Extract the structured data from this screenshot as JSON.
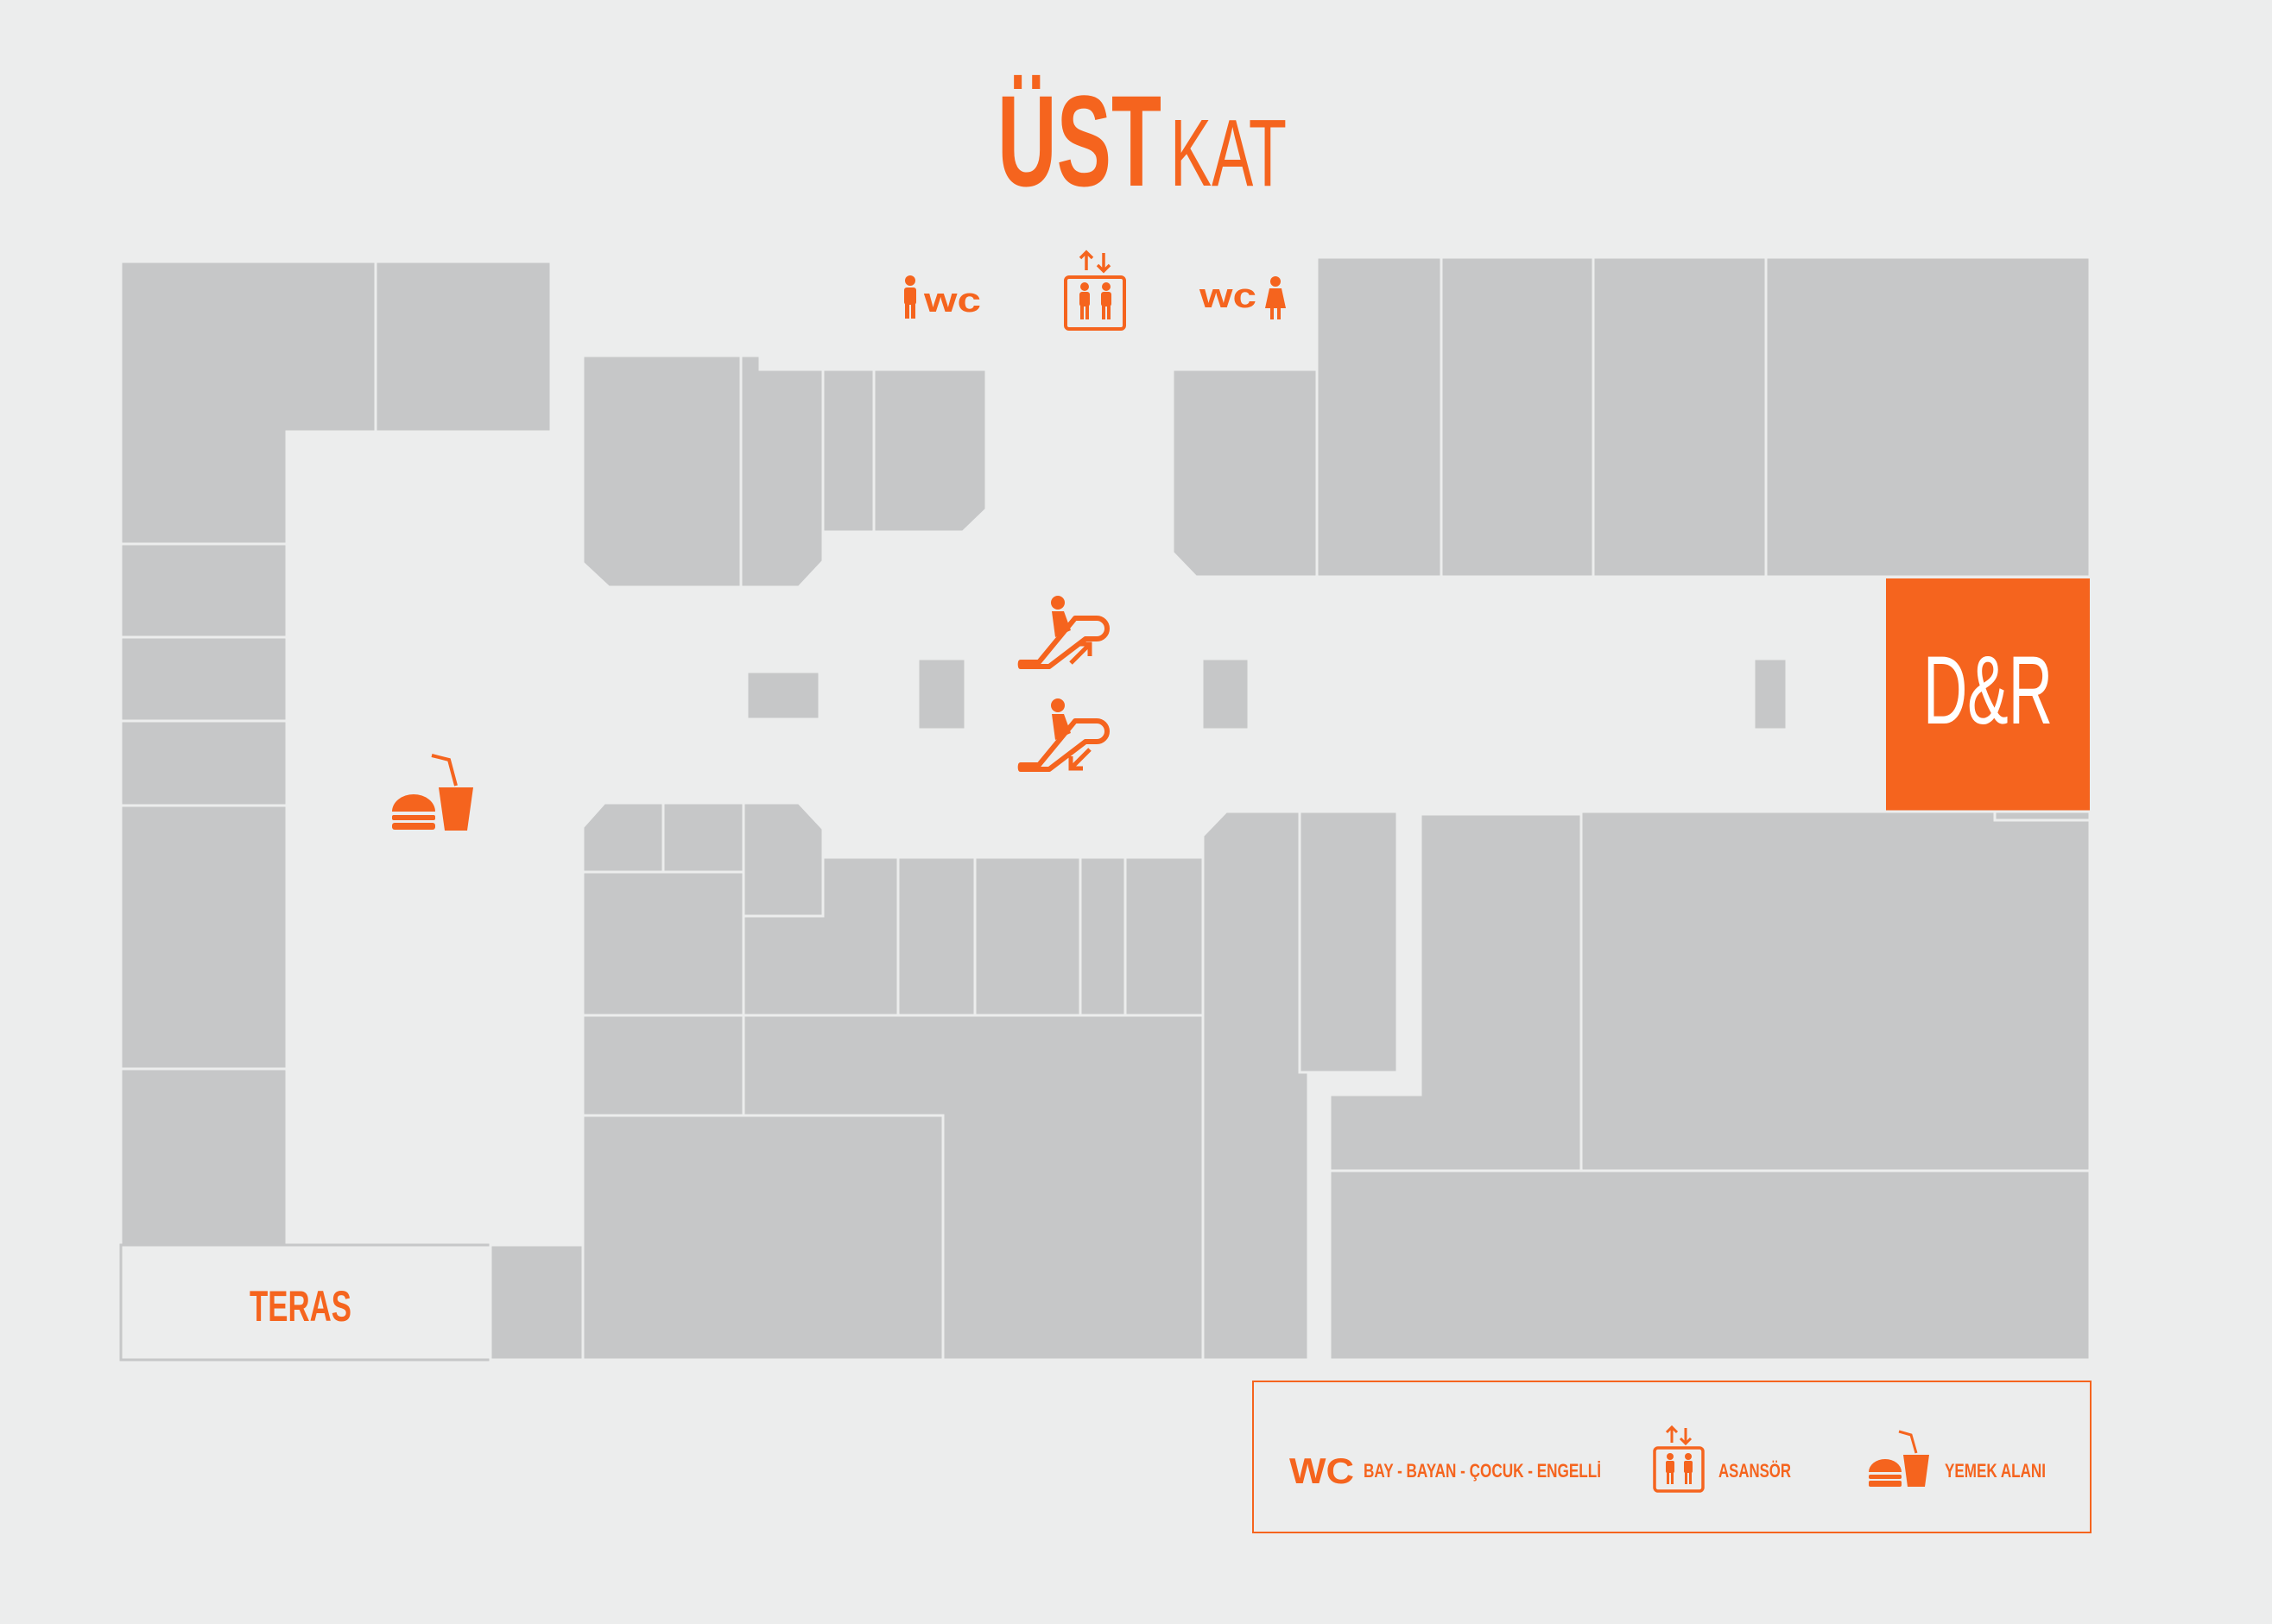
{
  "title": {
    "main": "ÜST",
    "sub": "KAT"
  },
  "map": {
    "wc_label": "wc",
    "anchor_store": "D&R",
    "terrace": "TERAS"
  },
  "legend": {
    "wc_symbol": "WC",
    "wc_text": "BAY - BAYAN - ÇOCUK - ENGELLİ",
    "elevator_text": "ASANSÖR",
    "food_text": "YEMEK ALANI"
  },
  "colors": {
    "accent": "#f5641e",
    "store": "#c6c7c8",
    "background": "#eceded"
  },
  "icons": [
    "wc-man-icon",
    "wc-woman-icon",
    "elevator-icon",
    "escalator-up-icon",
    "escalator-down-icon",
    "food-court-icon"
  ]
}
